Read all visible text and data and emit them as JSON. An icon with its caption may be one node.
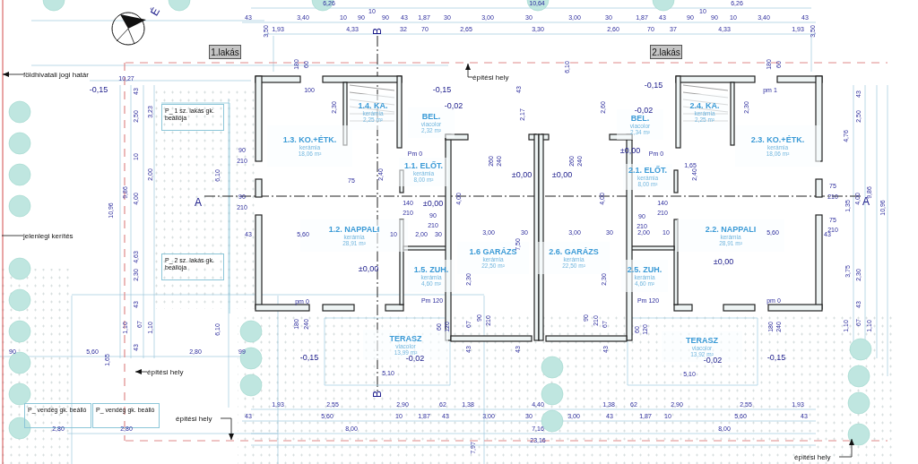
{
  "diagram": {
    "nodes": [
      {
        "text": [
          "1.lakás"
        ]
      },
      {
        "text": [
          "2.lakás"
        ]
      },
      {
        "text": [
          "földhivatali jogi határ"
        ]
      },
      {
        "text": [
          "építési hely"
        ]
      },
      {
        "text": [
          "P_ 1 sz. lakás gk. beállója"
        ]
      },
      {
        "text": [
          "1.3. KO.+ÉTK.",
          "kerámia",
          "18,06 m²"
        ]
      },
      {
        "text": [
          "1.4. KA.",
          "kerámia",
          "2,25 m²"
        ]
      },
      {
        "text": [
          "BEL.",
          "viacolor",
          "2,32 m²"
        ]
      },
      {
        "text": [
          "BEL.",
          "viacolor",
          "2,34 m²"
        ]
      },
      {
        "text": [
          "2.4. KA.",
          "kerámia",
          "2,25 m²"
        ]
      },
      {
        "text": [
          "2.3. KO.+ÉTK.",
          "kerámia",
          "18,06 m²"
        ]
      },
      {
        "text": [
          "1.1. ELŐT.",
          "kerámia",
          "8,00 m²"
        ]
      },
      {
        "text": [
          "2.1. ELŐT.",
          "kerámia",
          "8,00 m²"
        ]
      },
      {
        "text": [
          "jelenlegi kerítés"
        ]
      },
      {
        "text": [
          "1.2. NAPPALI",
          "kerámia",
          "28,91 m²"
        ]
      },
      {
        "text": [
          "1.6 GARÁZS",
          "kerámia",
          "22,50 m²"
        ]
      },
      {
        "text": [
          "2.6. GARÁZS",
          "kerámia",
          "22,50 m²"
        ]
      },
      {
        "text": [
          "2.2. NAPPALI",
          "kerámia",
          "28,91 m²"
        ]
      },
      {
        "text": [
          "P_ 2 sz. lakás gk. beállója"
        ]
      },
      {
        "text": [
          "1.5. ZUH.",
          "kerámia",
          "4,60 m²"
        ]
      },
      {
        "text": [
          "2.5. ZUH.",
          "kerámia",
          "4,60 m²"
        ]
      },
      {
        "text": [
          "TERASZ",
          "viacolor",
          "13,99 m²"
        ]
      },
      {
        "text": [
          "TERASZ",
          "viacolor",
          "13,92 m²"
        ]
      },
      {
        "text": [
          "építési hely"
        ]
      },
      {
        "text": [
          "P_ vendég gk. beálló"
        ]
      },
      {
        "text": [
          "P_ vendég gk. beálló"
        ]
      },
      {
        "text": [
          "építési hely"
        ]
      },
      {
        "text": [
          "építési hely"
        ]
      }
    ],
    "edges": [
      {
        "from": 2,
        "to": null,
        "arrow": "to"
      },
      {
        "from": 13,
        "to": null,
        "arrow": "none"
      },
      {
        "from": 3,
        "to": null,
        "arrow": "to"
      },
      {
        "from": 23,
        "to": null,
        "arrow": "to"
      },
      {
        "from": 26,
        "to": null,
        "arrow": "to"
      },
      {
        "from": 27,
        "to": null,
        "arrow": "to"
      }
    ],
    "labels": [
      "6,26",
      "10,64",
      "6,26",
      "43",
      "3,40",
      "10",
      "90",
      "10",
      "90",
      "43",
      "1,87",
      "30",
      "3,00",
      "30",
      "3,00",
      "30",
      "1,87",
      "43",
      "90",
      "10",
      "90",
      "10",
      "3,40",
      "43",
      "3,50",
      "1,93",
      "4,33",
      "32",
      "70",
      "2,65",
      "3,30",
      "2,60",
      "70",
      "37",
      "4,33",
      "1,93",
      "3,50",
      "É",
      "B",
      "180",
      "60",
      "6,10",
      "180",
      "60",
      "10,27",
      "-0,15",
      "43",
      "100",
      "-0,15",
      "43",
      "-0,15",
      "pm 1",
      "43",
      "-0,02",
      "-0,02",
      "2,50",
      "3,23",
      "2,30",
      "2,17",
      "2,60",
      "2,30",
      "2,50",
      "4,76",
      "Pm 0",
      "Pm 0",
      "90",
      "210",
      "10",
      "2,00",
      "6,10",
      "75",
      "2,40",
      "±0,00",
      "±0,00",
      "±0,00",
      "1,65",
      "2,40",
      "A",
      "9,86",
      "10,96",
      "4,00",
      "90",
      "210",
      "140",
      "±0,00",
      "210",
      "90",
      "210",
      "140",
      "210",
      "90",
      "210",
      "75",
      "210",
      "75",
      "210",
      "1,35",
      "4,00",
      "A",
      "9,86",
      "10,96",
      "43",
      "5,60",
      "10",
      "2,00",
      "30",
      "3,00",
      "30",
      "3,00",
      "30",
      "2,00",
      "10",
      "5,60",
      "43",
      "4,63",
      "2,30",
      "±0,00",
      "±0,00",
      "3,75",
      "2,30",
      "pm 0",
      "Pm 120",
      "Pm 120",
      "pm 0",
      "43",
      "43",
      "1,10",
      "67",
      "1,10",
      "6,10",
      "180",
      "240",
      "60",
      "120",
      "60",
      "120",
      "180",
      "240",
      "1,10",
      "67",
      "1,10",
      "43",
      "90",
      "5,60",
      "2,80",
      "99",
      "-0,15",
      "-0,02",
      "-0,02",
      "-0,15",
      "1,65",
      "5,10",
      "5,10",
      "B",
      "1,93",
      "2,55",
      "2,90",
      "62",
      "1,38",
      "4,40",
      "1,38",
      "62",
      "2,90",
      "2,55",
      "1,93",
      "43",
      "5,60",
      "10",
      "1,87",
      "43",
      "3,00",
      "30",
      "3,00",
      "43",
      "1,87",
      "10",
      "5,60",
      "43",
      "2,80",
      "2,80",
      "8,00",
      "7,16",
      "8,00",
      "23,16",
      "7,97",
      "67",
      "90",
      "210",
      "43",
      "43",
      "90",
      "210",
      "67",
      "43",
      "260",
      "240",
      "260",
      "240",
      "4,00",
      "4,00",
      "7,50",
      "2,30",
      "2,30"
    ]
  }
}
